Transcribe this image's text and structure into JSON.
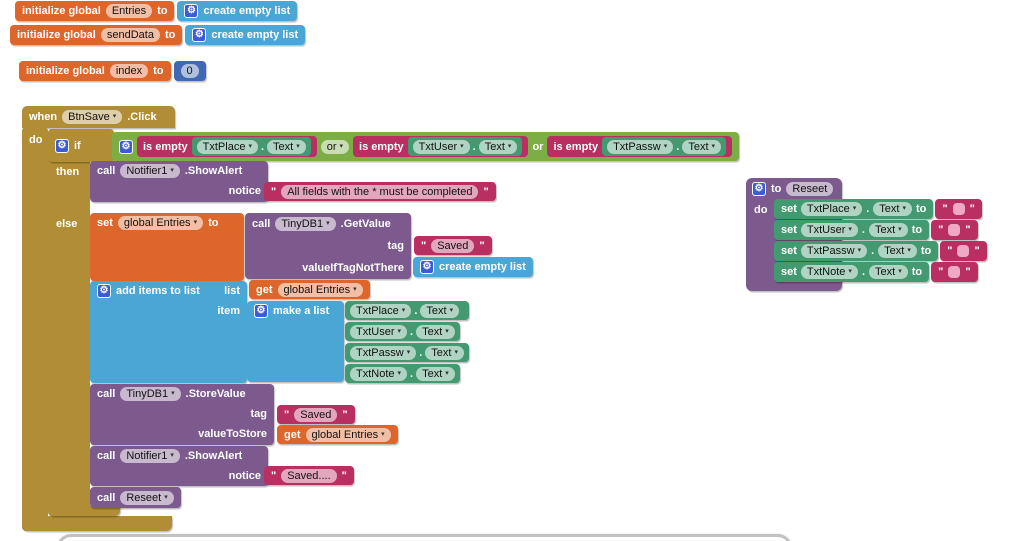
{
  "ui": {
    "dot": ".",
    "quote": "\""
  },
  "colors": {
    "event_control_gold": "#B18E35",
    "logic_green": "#7CAE45",
    "component_green": "#439970",
    "list_cyan": "#4AA6D5",
    "text_magenta": "#BA2F61",
    "variable_orange": "#DF662B",
    "procedure_purple": "#7C5A8E",
    "math_blue": "#4069B1",
    "mutator_blue": "#3C5BD6"
  },
  "globals": [
    {
      "keyword": "initialize global",
      "name": "Entries",
      "to": "to",
      "value_label": "create empty list"
    },
    {
      "keyword": "initialize global",
      "name": "sendData",
      "to": "to",
      "value_label": "create empty list"
    },
    {
      "keyword": "initialize global",
      "name": "index",
      "to": "to",
      "value": "0"
    }
  ],
  "when_block": {
    "keyword": "when",
    "component": "BtnSave",
    "event": ".Click",
    "do_label": "do",
    "if_label": "if",
    "then_label": "then",
    "else_label": "else",
    "condition": {
      "or_dropdown": "or",
      "or_plain": "or",
      "tests": [
        {
          "op": "is empty",
          "component": "TxtPlace",
          "prop": "Text"
        },
        {
          "op": "is empty",
          "component": "TxtUser",
          "prop": "Text"
        },
        {
          "op": "is empty",
          "component": "TxtPassw",
          "prop": "Text"
        }
      ]
    },
    "then_branch": {
      "show_alert": {
        "call": "call",
        "component": "Notifier1",
        "method": ".ShowAlert",
        "arg": "notice",
        "text": "All fields with the * must be completed"
      }
    },
    "else_branch": {
      "set_entries": {
        "set": "set",
        "variable": "global Entries",
        "to": "to"
      },
      "get_value": {
        "call": "call",
        "component": "TinyDB1",
        "method": ".GetValue",
        "tag_label": "tag",
        "tag_value": "Saved",
        "value_if_label": "valueIfTagNotThere",
        "value_if": "create empty list"
      },
      "add_items": {
        "label": "add items to list",
        "list_label": "list",
        "item_label": "item",
        "get_keyword": "get",
        "get_variable": "global Entries",
        "make_list_label": "make a list",
        "items": [
          {
            "component": "TxtPlace",
            "prop": "Text"
          },
          {
            "component": "TxtUser",
            "prop": "Text"
          },
          {
            "component": "TxtPassw",
            "prop": "Text"
          },
          {
            "component": "TxtNote",
            "prop": "Text"
          }
        ]
      },
      "store_value": {
        "call": "call",
        "component": "TinyDB1",
        "method": ".StoreValue",
        "tag_label": "tag",
        "tag_value": "Saved",
        "value_label": "valueToStore",
        "get_keyword": "get",
        "get_variable": "global Entries"
      },
      "show_alert": {
        "call": "call",
        "component": "Notifier1",
        "method": ".ShowAlert",
        "arg": "notice",
        "text": "Saved...."
      },
      "call_reset": {
        "call": "call",
        "procedure": "Reseet"
      }
    }
  },
  "procedure_block": {
    "to_label": "to",
    "name": "Reseet",
    "do_label": "do",
    "sets": [
      {
        "set": "set",
        "component": "TxtPlace",
        "prop": "Text",
        "to": "to"
      },
      {
        "set": "set",
        "component": "TxtUser",
        "prop": "Text",
        "to": "to"
      },
      {
        "set": "set",
        "component": "TxtPassw",
        "prop": "Text",
        "to": "to"
      },
      {
        "set": "set",
        "component": "TxtNote",
        "prop": "Text",
        "to": "to"
      }
    ]
  }
}
